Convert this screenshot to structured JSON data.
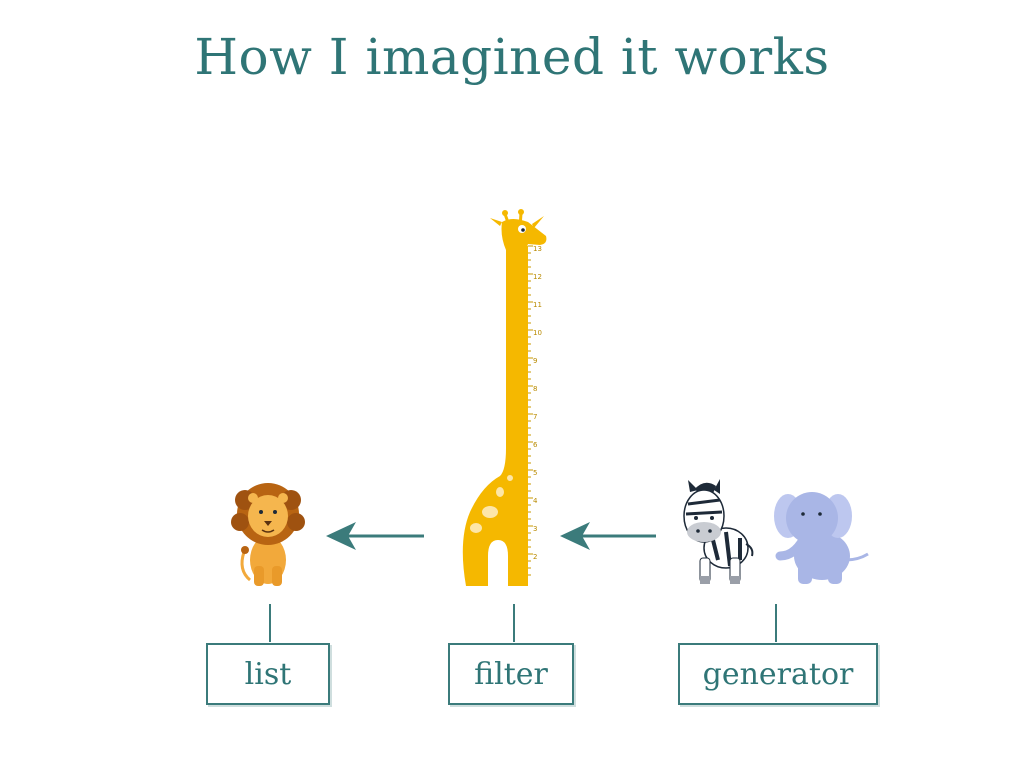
{
  "slide": {
    "title": "How I imagined it works"
  },
  "labels": {
    "list": "list",
    "filter": "filter",
    "generator": "generator"
  },
  "ruler": {
    "marks": [
      "13",
      "12",
      "11",
      "10",
      "9",
      "8",
      "7",
      "6",
      "5",
      "4",
      "3",
      "2"
    ]
  },
  "colors": {
    "title": "#2f7576",
    "arrow": "#3b7b7b",
    "giraffe": "#f5b800",
    "lion_mane": "#b86412",
    "lion_body": "#f2a93b",
    "elephant": "#a9b6e6",
    "zebra_stripe": "#1e2a38"
  },
  "icons": [
    "lion-icon",
    "giraffe-icon",
    "zebra-icon",
    "elephant-icon",
    "arrow-left-icon"
  ]
}
